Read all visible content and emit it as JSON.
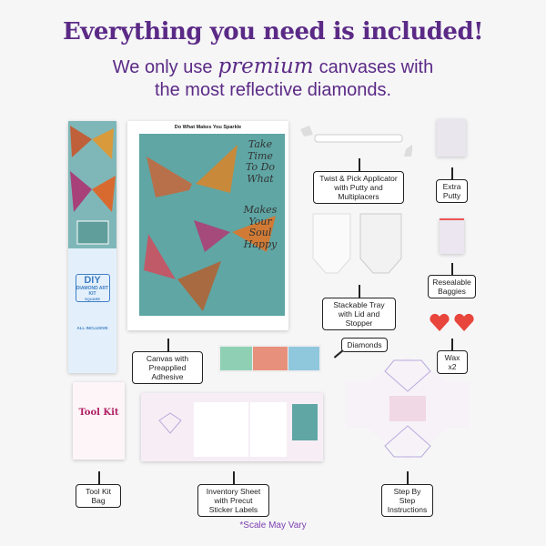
{
  "header": {
    "title": "Everything you need is included!",
    "line1_before": "We only use",
    "line1_emphasis": "premium",
    "line1_after": "canvases with",
    "line2": "the most reflective diamonds."
  },
  "canvas": {
    "brand": "Do What Makes You Sparkle",
    "art_text": [
      "Take",
      "Time",
      "To Do",
      "What",
      "Makes",
      "Your",
      "Soul",
      "Happy"
    ]
  },
  "box": {
    "diy": "DIY",
    "kit": "DIAMOND ART KIT",
    "shape": "SQUARE",
    "footer": "ALL INCLUSIVE"
  },
  "toolkit": {
    "title": "Tool Kit"
  },
  "labels": {
    "applicator": "Twist & Pick Applicator with Putty and Multiplacers",
    "putty": "Extra Putty",
    "tray": "Stackable Tray with Lid and Stopper",
    "baggies": "Resealable Baggies",
    "wax": "Wax x2",
    "diamonds": "Diamonds",
    "canvas": "Canvas with Preapplied Adhesive",
    "toolkit": "Tool Kit Bag",
    "inventory": "Inventory Sheet with Precut Sticker Labels",
    "instructions": "Step By Step Instructions"
  },
  "footnote": "*Scale May Vary",
  "colors": {
    "brand_purple": "#5b2a86",
    "wax_red": "#e8453c",
    "canvas_teal": "#5fa6a4"
  }
}
